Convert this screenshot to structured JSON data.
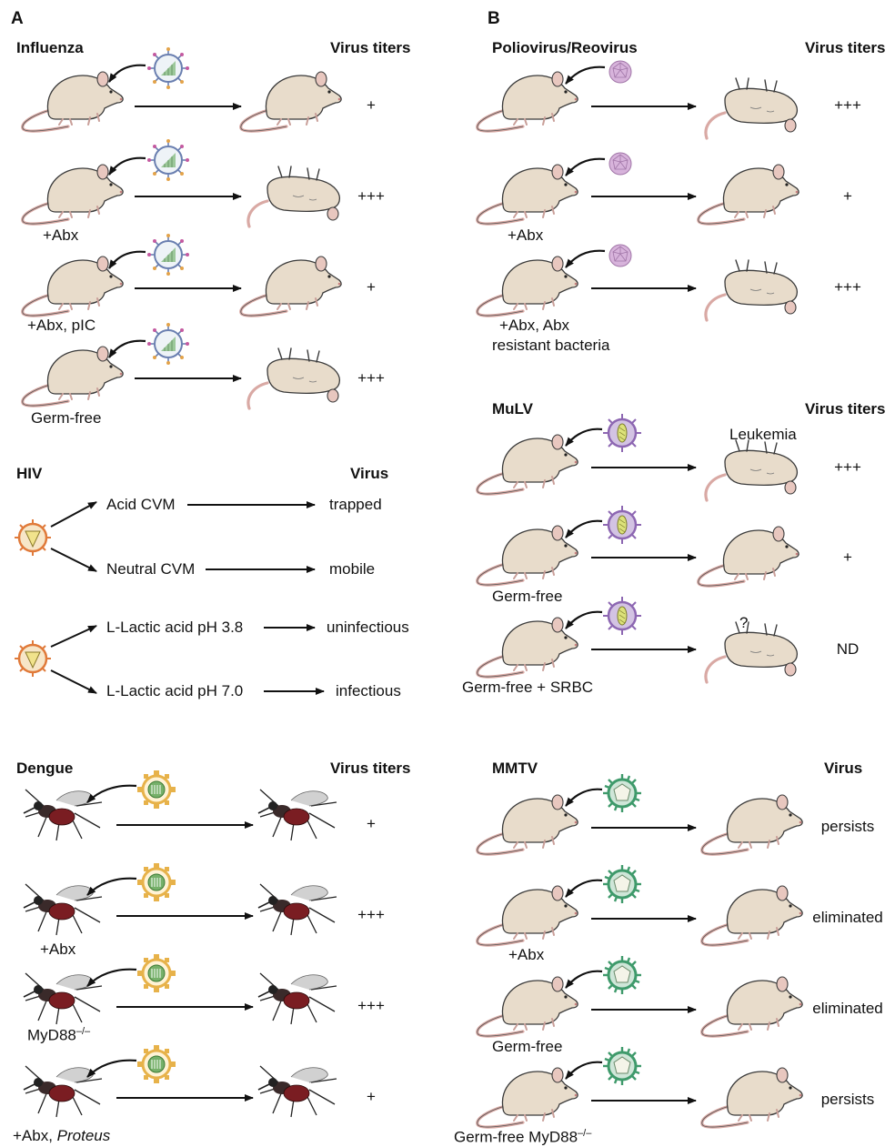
{
  "panel_a": {
    "letter": "A",
    "influenza": {
      "title": "Influenza",
      "header": "Virus titers",
      "rows": [
        {
          "condition": "",
          "titer": "+"
        },
        {
          "condition": "+Abx",
          "titer": "+++"
        },
        {
          "condition": "+Abx, pIC",
          "titer": "+"
        },
        {
          "condition": "Germ-free",
          "titer": "+++"
        }
      ]
    },
    "hiv": {
      "title": "HIV",
      "header": "Virus",
      "branches": [
        {
          "label": "Acid CVM",
          "outcome": "trapped"
        },
        {
          "label": "Neutral CVM",
          "outcome": "mobile"
        },
        {
          "label": "L-Lactic acid pH 3.8",
          "outcome": "uninfectious"
        },
        {
          "label": "L-Lactic acid pH 7.0",
          "outcome": "infectious"
        }
      ]
    },
    "dengue": {
      "title": "Dengue",
      "header": "Virus titers",
      "rows": [
        {
          "condition": "",
          "titer": "+"
        },
        {
          "condition": "+Abx",
          "titer": "+++"
        },
        {
          "condition": "MyD88",
          "condition_sup": "–/–",
          "titer": "+++"
        },
        {
          "condition": "+Abx, ",
          "condition_italic": "Proteus",
          "titer": "+"
        }
      ]
    }
  },
  "panel_b": {
    "letter": "B",
    "polio": {
      "title": "Poliovirus/Reovirus",
      "header": "Virus titers",
      "rows": [
        {
          "condition": "",
          "titer": "+++"
        },
        {
          "condition": "+Abx",
          "titer": "+"
        },
        {
          "condition": "+Abx, Abx",
          "condition_line2": "resistant bacteria",
          "titer": "+++"
        }
      ]
    },
    "mulv": {
      "title": "MuLV",
      "header": "Virus titers",
      "outcome_note": "Leukemia",
      "rows": [
        {
          "condition": "",
          "titer": "+++"
        },
        {
          "condition": "Germ-free",
          "titer": "+"
        },
        {
          "condition": "Germ-free + SRBC",
          "titer": "ND",
          "mark": "?"
        }
      ]
    },
    "mmtv": {
      "title": "MMTV",
      "header": "Virus",
      "rows": [
        {
          "condition": "",
          "titer": "persists"
        },
        {
          "condition": "+Abx",
          "titer": "eliminated"
        },
        {
          "condition": "Germ-free",
          "titer": "eliminated"
        },
        {
          "condition": "Germ-free MyD88",
          "condition_sup": "–/–",
          "titer": "persists"
        }
      ]
    }
  },
  "colors": {
    "mouse_fill": "#e8dccb",
    "mouse_outline": "#3a3a3a",
    "tail": "#d9a9a4",
    "influenza_ring": "#6a7fb0",
    "influenza_core": "#9cc89a",
    "polio": "#c9a2cf",
    "mulv_ring": "#8d67b2",
    "mulv_core": "#dce27a",
    "hiv_ring": "#e07a3a",
    "hiv_core": "#f1e38c",
    "dengue_ring": "#e7b24a",
    "dengue_core": "#76b06a",
    "mmtv_ring": "#3f9a6b",
    "mosquito_body": "#7a1d22"
  }
}
